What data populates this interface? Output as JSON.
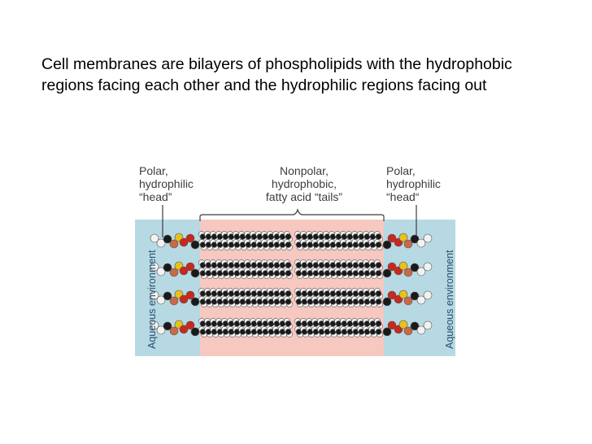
{
  "slide": {
    "text": "Cell membranes are bilayers of phospholipids with the hydrophobic regions facing each other and the hydrophilic regions facing out"
  },
  "figure": {
    "label_left": "Polar,\nhydrophilic\n“head”",
    "label_center": "Nonpolar,\nhydrophobic,\nfatty acid “tails”",
    "label_right": "Polar,\nhydrophilic\n“head“",
    "side_label_left": "Aqueous environment",
    "side_label_right": "Aqueous environment",
    "colors": {
      "aqueous": "#b7d9e3",
      "nonpolar": "#f6c8c0",
      "carbon": "#1a1a1a",
      "hydrogen": "#f2f2f2",
      "oxygen": "#c8281e",
      "phosphorus": "#e8c21a",
      "nitrogen": "#c86a48"
    }
  }
}
